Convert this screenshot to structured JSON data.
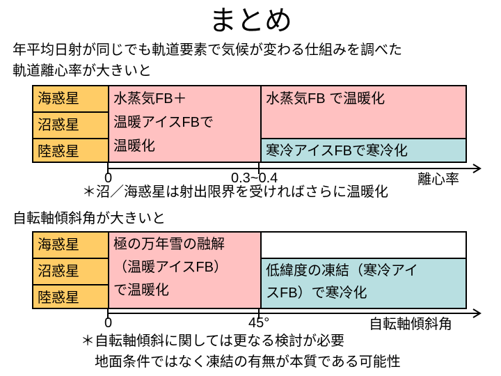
{
  "title": "まとめ",
  "intro_line1": "年平均日射が同じでも軌道要素で気候が変わる仕組みを調べた",
  "section1": {
    "heading": "軌道離心率が大きいと",
    "planets": [
      "海惑星",
      "沼惑星",
      "陸惑星"
    ],
    "low_cell": [
      "水蒸気FB＋",
      "温暖アイスFBで",
      "温暖化"
    ],
    "high_top": "水蒸気FB で温暖化",
    "high_bottom": "寒冷アイスFBで寒冷化",
    "axis_zero": "0",
    "axis_threshold": "0.3~0.4",
    "axis_label": "離心率",
    "note": "＊沼／海惑星は射出限界を受ければさらに温暖化"
  },
  "section2": {
    "heading": "自転軸傾斜角が大きいと",
    "planets": [
      "海惑星",
      "沼惑星",
      "陸惑星"
    ],
    "low_cell": [
      "極の万年雪の融解",
      "（温暖アイスFB）",
      "で温暖化"
    ],
    "high_bottom": [
      "低緯度の凍結（寒冷アイ",
      "スFB）で寒冷化"
    ],
    "axis_zero": "0",
    "axis_threshold": "45°",
    "axis_label": "自転軸傾斜角",
    "note1": "＊自転軸傾斜に関しては更なる検討が必要",
    "note2": "地面条件ではなく凍結の有無が本質である可能性"
  }
}
